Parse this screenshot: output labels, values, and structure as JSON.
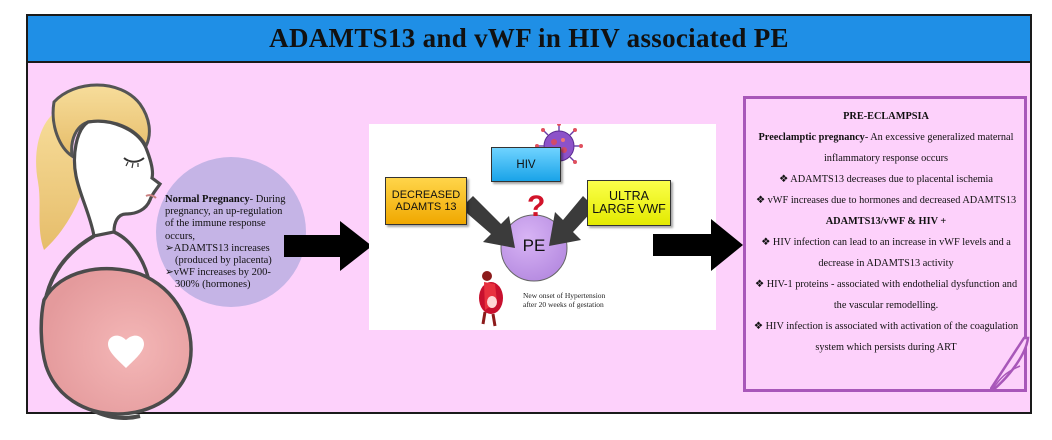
{
  "title": "ADAMTS13 and vWF in HIV associated PE",
  "colors": {
    "background": "#fdd1fb",
    "banner": "#1f8fe6",
    "circle": "#c5b4e6",
    "frame_border": "#a857b9"
  },
  "normal": {
    "heading": "Normal Pregnancy",
    "intro": "- During pregnancy, an up-regulation of the immune response occurs,",
    "bullet1": "➢ADAMTS13 increases",
    "bullet1_sub": "(produced by placenta)",
    "bullet2": "➢vWF increases by 200-",
    "bullet2_sub": "300% (hormones)"
  },
  "panel": {
    "decreased_line1": "DECREASED",
    "decreased_line2": "ADAMTS 13",
    "hiv": "HIV",
    "ultra_line1": "ULTRA",
    "ultra_line2": "LARGE VWF",
    "question": "?",
    "pe": "PE",
    "note_line1": "New onset of Hypertension",
    "note_line2": "after 20 weeks of gestation"
  },
  "pe_box": {
    "title": "PRE-ECLAMPSIA",
    "intro_bold": "Preeclamptic pregnancy",
    "intro_rest": "- An excessive generalized maternal inflammatory response occurs",
    "b1": "❖ ADAMTS13 decreases due to placental ischemia",
    "b2": "❖ vWF increases due to hormones and decreased ADAMTS13",
    "subtitle": "ADAMTS13/vWF & HIV +",
    "b3": "❖   HIV infection can lead to an increase in vWF levels and a decrease in ADAMTS13 activity",
    "b4": "❖   HIV-1 proteins - associated with endothelial dysfunction and the vascular remodelling.",
    "b5": "❖   HIV infection is associated with activation of the coagulation system which persists during ART"
  }
}
